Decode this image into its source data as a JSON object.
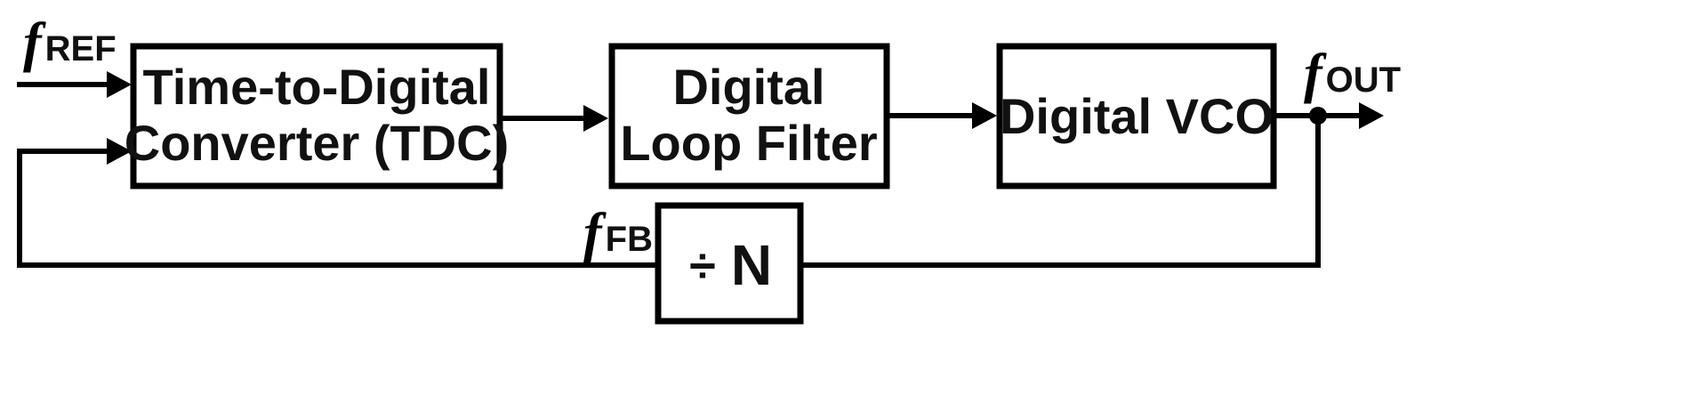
{
  "blocks": {
    "tdc": {
      "line1": "Time-to-Digital",
      "line2": "Converter (TDC)"
    },
    "loop_filter": {
      "line1": "Digital",
      "line2": "Loop Filter"
    },
    "vco": {
      "label": "Digital VCO"
    },
    "divider": {
      "symbol": "÷",
      "label": "N"
    }
  },
  "signals": {
    "ref": {
      "italic": "f",
      "sub": "REF"
    },
    "out": {
      "italic": "f",
      "sub": "OUT"
    },
    "fb": {
      "italic": "f",
      "sub": "FB"
    }
  },
  "colors": {
    "stroke": "#000000",
    "text": "#111111",
    "background": "#ffffff"
  }
}
